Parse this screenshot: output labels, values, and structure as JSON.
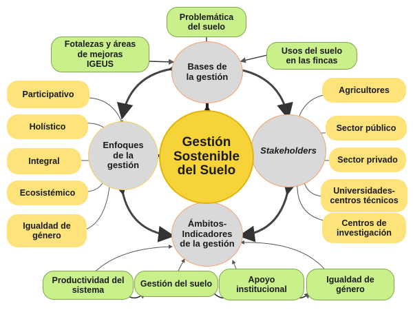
{
  "central": "Gestión\nSostenible\ndel Suelo",
  "hubs": {
    "bases": "Bases de\nla gestión",
    "enfoques": "Enfoques\nde la\ngestión",
    "stakeholders": "Stakeholders",
    "ambitos": "Ámbitos-\nIndicadores\nde la gestión"
  },
  "top_inputs": {
    "problematica": "Problemática\ndel suelo",
    "fortalezas": "Fotalezas y áreas\nde mejoras\nIGEUS",
    "usos": "Usos del suelo\nen las fincas"
  },
  "enfoques_items": [
    "Participativo",
    "Holístico",
    "Integral",
    "Ecosistémico",
    "Igualdad de\ngénero"
  ],
  "stakeholder_items": [
    "Agricultores",
    "Sector público",
    "Sector privado",
    "Universidades-\ncentros técnicos",
    "Centros de\ninvestigación"
  ],
  "ambitos_items": [
    "Productividad del\nsistema",
    "Gestión del suelo",
    "Apoyo\ninstitucional",
    "Igualdad de\ngénero"
  ],
  "colors": {
    "yellow_pill": "#fde37a",
    "green_pill": "#c9f08a",
    "hub_gray": "#d9d9d9",
    "central_yellow": "#f7d33a",
    "arrow_dark": "#333333"
  }
}
